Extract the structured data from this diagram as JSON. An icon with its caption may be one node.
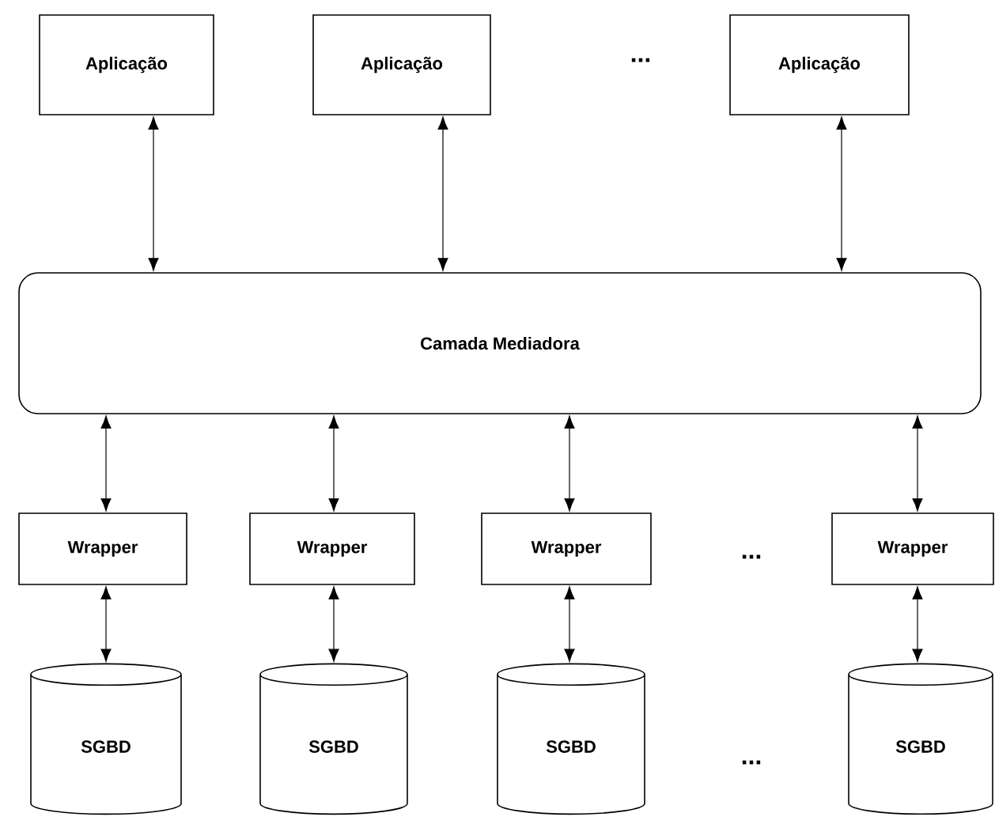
{
  "diagram": {
    "nodes": [
      {
        "text": [
          "Aplicação"
        ]
      },
      {
        "text": [
          "Aplicação"
        ]
      },
      {
        "text": [
          "Aplicação"
        ]
      },
      {
        "text": [
          "Camada Mediadora"
        ]
      },
      {
        "text": [
          "Wrapper"
        ]
      },
      {
        "text": [
          "Wrapper"
        ]
      },
      {
        "text": [
          "Wrapper"
        ]
      },
      {
        "text": [
          "Wrapper"
        ]
      },
      {
        "text": [
          "SGBD"
        ]
      },
      {
        "text": [
          "SGBD"
        ]
      },
      {
        "text": [
          "SGBD"
        ]
      },
      {
        "text": [
          "SGBD"
        ]
      }
    ],
    "edges": [
      {
        "from": 0,
        "to": 3,
        "arrow": "both"
      },
      {
        "from": 1,
        "to": 3,
        "arrow": "both"
      },
      {
        "from": 2,
        "to": 3,
        "arrow": "both"
      },
      {
        "from": 3,
        "to": 4,
        "arrow": "both"
      },
      {
        "from": 3,
        "to": 5,
        "arrow": "both"
      },
      {
        "from": 3,
        "to": 6,
        "arrow": "both"
      },
      {
        "from": 3,
        "to": 7,
        "arrow": "both"
      },
      {
        "from": 4,
        "to": 8,
        "arrow": "both"
      },
      {
        "from": 5,
        "to": 9,
        "arrow": "both"
      },
      {
        "from": 6,
        "to": 10,
        "arrow": "both"
      },
      {
        "from": 7,
        "to": 11,
        "arrow": "both"
      }
    ],
    "labels": [
      "...",
      "...",
      "..."
    ]
  }
}
